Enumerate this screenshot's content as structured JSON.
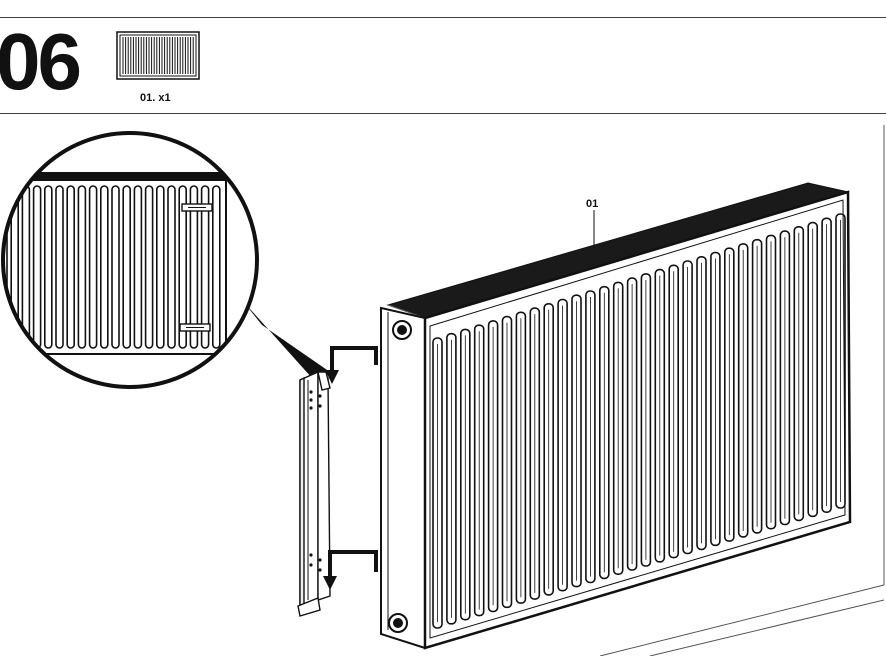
{
  "header": {
    "step_number": "06",
    "part_label": "01. x1"
  },
  "drawing": {
    "callout": "01"
  },
  "colors": {
    "ink": "#111111",
    "panel": "#ffffff",
    "top_surface": "#1a1a1a"
  }
}
